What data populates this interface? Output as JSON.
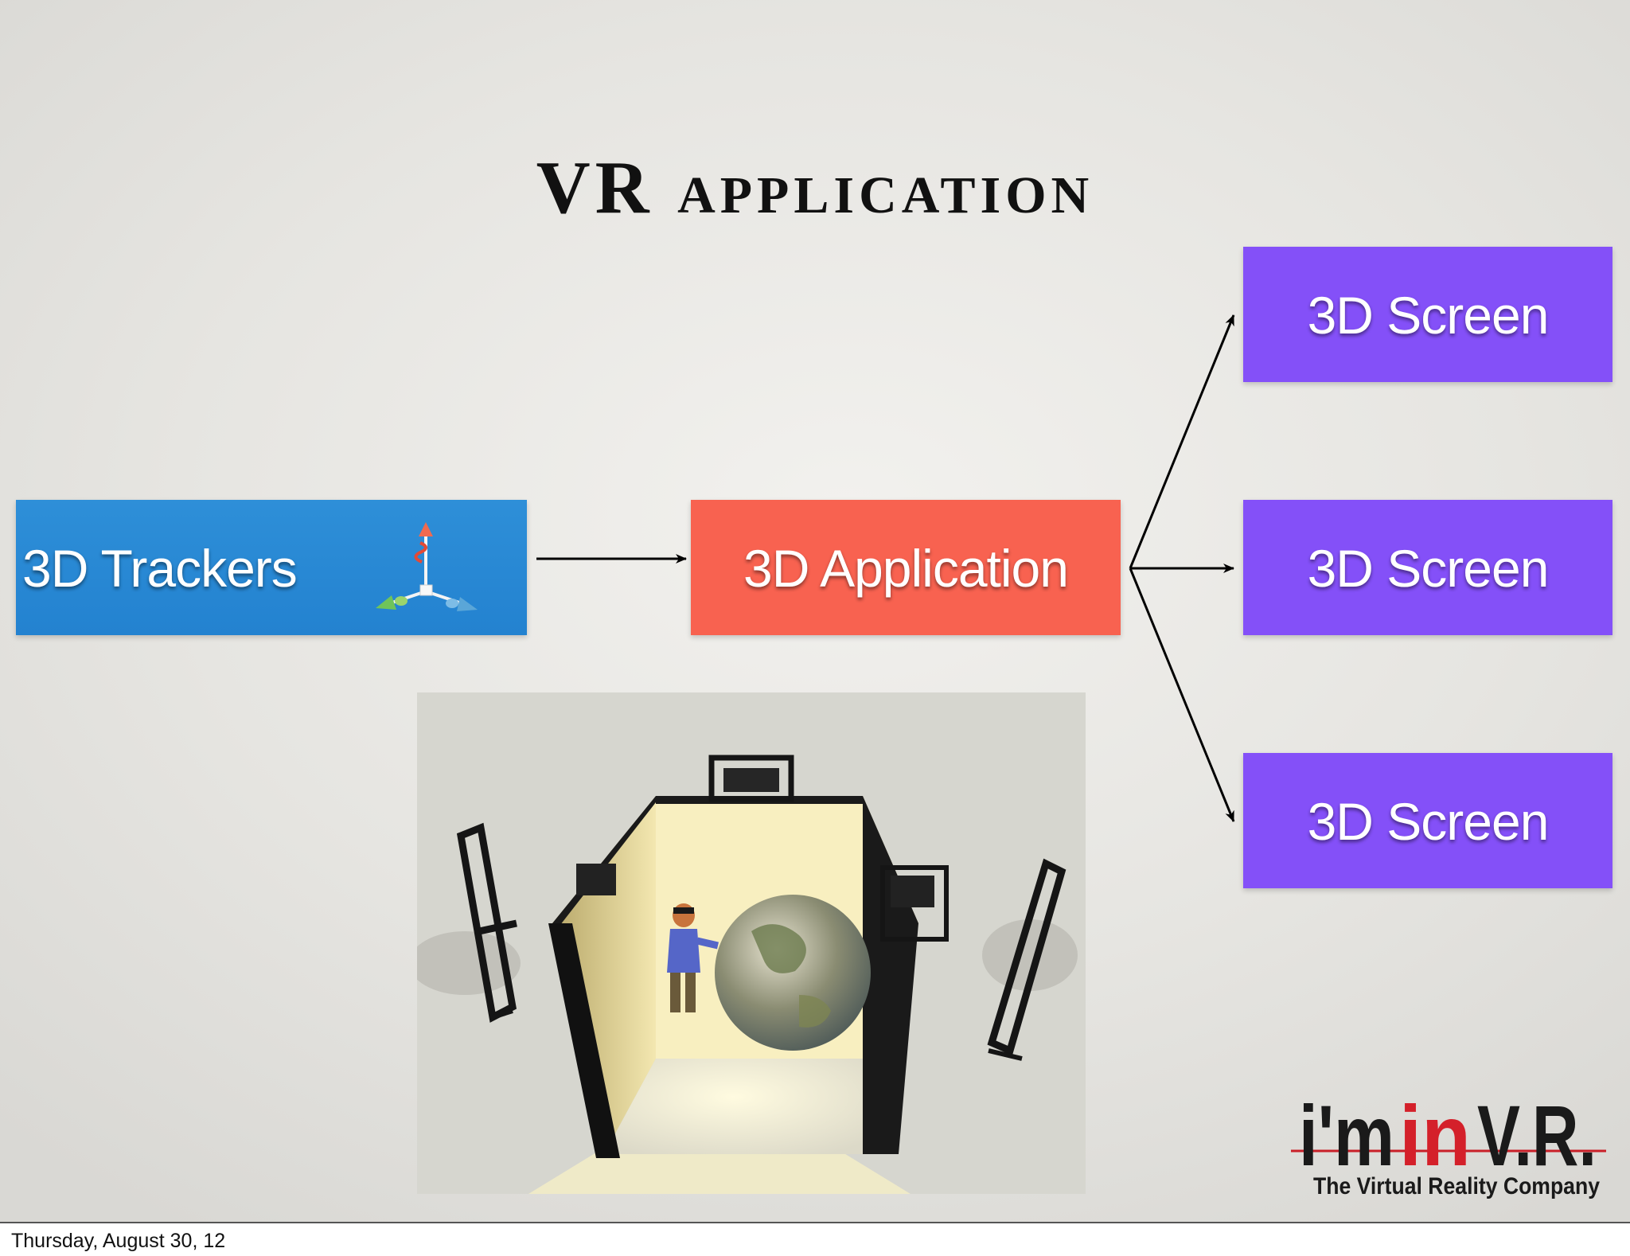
{
  "slide": {
    "title": "VR application",
    "boxes": {
      "trackers": "3D Trackers",
      "application": "3D Application",
      "screens": [
        "3D Screen",
        "3D Screen",
        "3D Screen"
      ]
    },
    "image": {
      "subject": "CAVE virtual reality room with user and globe"
    },
    "logo": {
      "text_im": "i'm",
      "text_in": "in",
      "text_vr": "V.R.",
      "tagline": "The Virtual Reality Company"
    }
  },
  "footer": {
    "date": "Thursday, August 30, 12"
  },
  "colors": {
    "trackers": "#2585d2",
    "application": "#f86250",
    "screen": "#8450f8",
    "logo_red": "#d4202a"
  },
  "icons": [
    "axis-gizmo-icon",
    "arrow-icon"
  ]
}
